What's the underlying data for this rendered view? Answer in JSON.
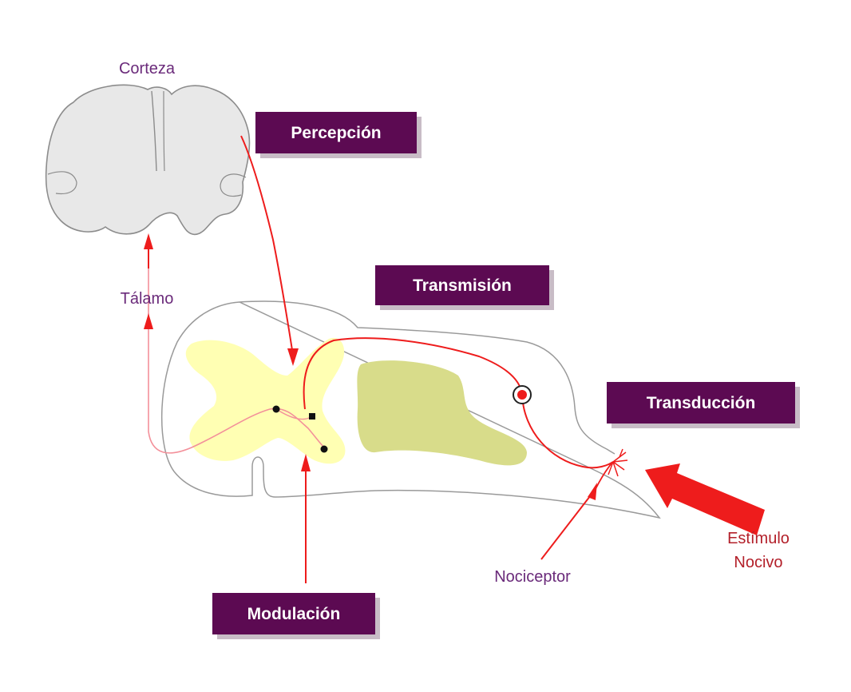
{
  "labels": {
    "corteza": "Corteza",
    "talamo": "Tálamo",
    "nociceptor": "Nociceptor",
    "estimulo_line1": "Estímulo",
    "estimulo_line2": "Nocivo"
  },
  "boxes": {
    "percepcion": "Percepción",
    "transmision": "Transmisión",
    "transduccion": "Transducción",
    "modulacion": "Modulación"
  },
  "colors": {
    "box_fill": "#5c0a52",
    "box_shadow": "#c8bcc6",
    "label_purple": "#6a2a7a",
    "label_red": "#b3202a",
    "pathway_red": "#ee1c1c",
    "brain_fill": "#e8e8e8",
    "brain_stroke": "#8c8c8c",
    "gray_matter": "#ffffb3",
    "ganglion": "#d8dc8a"
  }
}
